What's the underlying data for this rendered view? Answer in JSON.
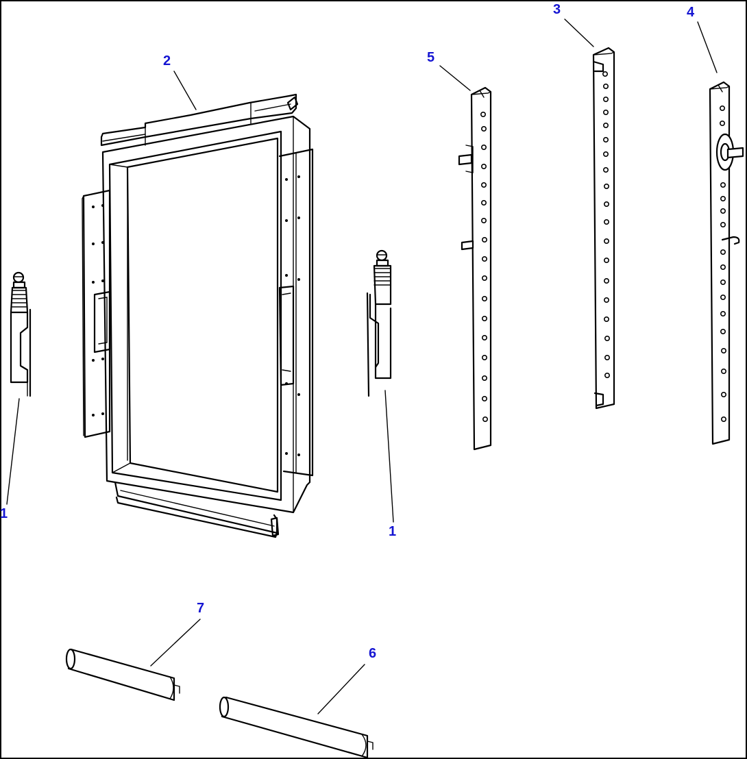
{
  "diagram": {
    "callouts": [
      {
        "id": "left-seal",
        "label": "1"
      },
      {
        "id": "frame",
        "label": "2"
      },
      {
        "id": "rail-3",
        "label": "3"
      },
      {
        "id": "rail-4",
        "label": "4"
      },
      {
        "id": "rail-5",
        "label": "5"
      },
      {
        "id": "strip-6",
        "label": "6"
      },
      {
        "id": "strip-7",
        "label": "7"
      },
      {
        "id": "right-seal",
        "label": "1"
      }
    ],
    "callout_color": "#1414d2",
    "line_color": "#000000"
  }
}
